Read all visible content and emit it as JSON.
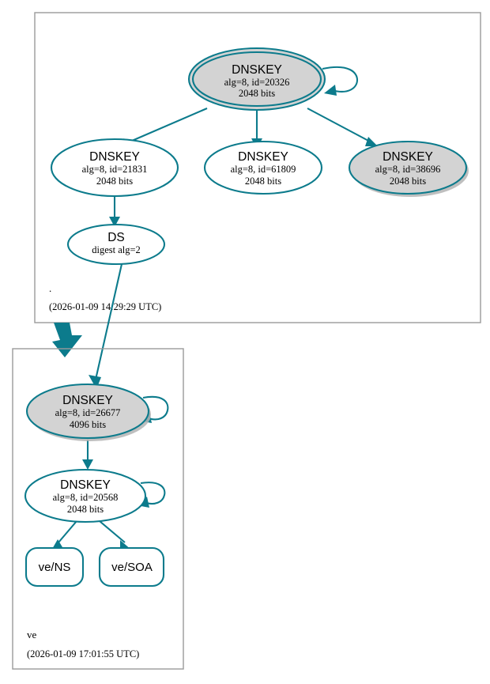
{
  "diagram": {
    "kind": "dnssec-authentication-chain",
    "accent_color": "#0c7b8c",
    "secure_fill_color": "#d3d3d3",
    "insecure_fill_color": "#ffffff",
    "cluster_border_color": "#9a9a9a"
  },
  "clusters": [
    {
      "id": "root-zone",
      "zone_label": ".",
      "timestamp": "(2026-01-09 14:29:29 UTC)"
    },
    {
      "id": "ve-zone",
      "zone_label": "ve",
      "timestamp": "(2026-01-09 17:01:55 UTC)"
    }
  ],
  "nodes": {
    "root_ksk": {
      "type": "DNSKEY",
      "title": "DNSKEY",
      "params": "alg=8, id=20326",
      "size": "2048 bits",
      "shape": "doubleellipse",
      "fill": "#d3d3d3",
      "self_signed": true
    },
    "root_zsk_21831": {
      "type": "DNSKEY",
      "title": "DNSKEY",
      "params": "alg=8, id=21831",
      "size": "2048 bits",
      "shape": "ellipse",
      "fill": "#ffffff",
      "self_signed": false
    },
    "root_zsk_61809": {
      "type": "DNSKEY",
      "title": "DNSKEY",
      "params": "alg=8, id=61809",
      "size": "2048 bits",
      "shape": "ellipse",
      "fill": "#ffffff",
      "self_signed": false
    },
    "root_zsk_38696": {
      "type": "DNSKEY",
      "title": "DNSKEY",
      "params": "alg=8, id=38696",
      "size": "2048 bits",
      "shape": "ellipse",
      "fill": "#d3d3d3",
      "self_signed": false
    },
    "ds_node": {
      "type": "DS",
      "title": "DS",
      "params": "digest alg=2",
      "size": "",
      "shape": "ellipse",
      "fill": "#ffffff",
      "self_signed": false
    },
    "ve_ksk": {
      "type": "DNSKEY",
      "title": "DNSKEY",
      "params": "alg=8, id=26677",
      "size": "4096 bits",
      "shape": "ellipse",
      "fill": "#d3d3d3",
      "self_signed": true
    },
    "ve_zsk": {
      "type": "DNSKEY",
      "title": "DNSKEY",
      "params": "alg=8, id=20568",
      "size": "2048 bits",
      "shape": "ellipse",
      "fill": "#ffffff",
      "self_signed": true
    },
    "ve_ns": {
      "type": "RRset",
      "title": "ve/NS",
      "params": "",
      "size": "",
      "shape": "rounded-rect",
      "fill": "#ffffff",
      "self_signed": false
    },
    "ve_soa": {
      "type": "RRset",
      "title": "ve/SOA",
      "params": "",
      "size": "",
      "shape": "rounded-rect",
      "fill": "#ffffff",
      "self_signed": false
    }
  },
  "edges": [
    {
      "from": "root_ksk",
      "to": "root_ksk",
      "kind": "self-sign"
    },
    {
      "from": "root_ksk",
      "to": "root_zsk_21831",
      "kind": "signs"
    },
    {
      "from": "root_ksk",
      "to": "root_zsk_61809",
      "kind": "signs"
    },
    {
      "from": "root_ksk",
      "to": "root_zsk_38696",
      "kind": "signs"
    },
    {
      "from": "root_zsk_21831",
      "to": "ds_node",
      "kind": "signs"
    },
    {
      "from": "ds_node",
      "to": "ve_ksk",
      "kind": "delegates"
    },
    {
      "from": "ve_ksk",
      "to": "ve_ksk",
      "kind": "self-sign"
    },
    {
      "from": "ve_ksk",
      "to": "ve_zsk",
      "kind": "signs"
    },
    {
      "from": "ve_zsk",
      "to": "ve_zsk",
      "kind": "self-sign"
    },
    {
      "from": "ve_zsk",
      "to": "ve_ns",
      "kind": "signs"
    },
    {
      "from": "ve_zsk",
      "to": "ve_soa",
      "kind": "signs"
    }
  ]
}
